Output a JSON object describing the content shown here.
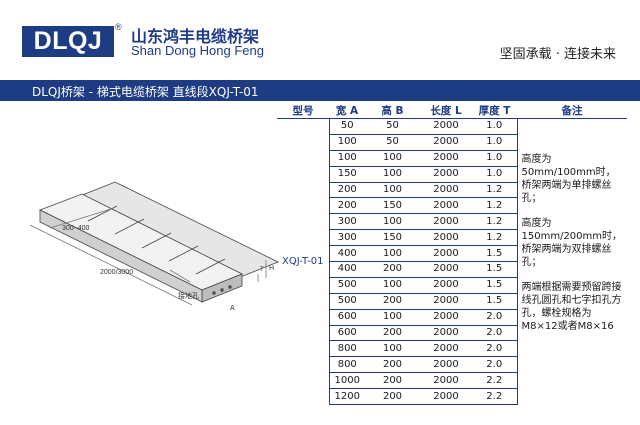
{
  "header": {
    "logo_text": "DLQJ",
    "logo_reg": "®",
    "company_cn": "山东鸿丰电缆桥架",
    "company_en": "Shan Dong Hong Feng",
    "slogan": "坚固承载 · 连接未来"
  },
  "title_bar": {
    "text": "DLQJ桥架 - 梯式电缆桥架 直线段XQJ-T-01"
  },
  "drawing": {
    "dim_width": "300~400",
    "dim_length": "2000/3000",
    "label_hole": "接地孔",
    "label_h": "H",
    "label_t": "T",
    "label_a": "A"
  },
  "table": {
    "headers": [
      "型号",
      "宽 A",
      "高 B",
      "长度 L",
      "厚度 T",
      "备注"
    ],
    "model": "XQJ-T-01",
    "rows": [
      [
        "50",
        "50",
        "2000",
        "1.0"
      ],
      [
        "100",
        "50",
        "2000",
        "1.0"
      ],
      [
        "100",
        "100",
        "2000",
        "1.0"
      ],
      [
        "150",
        "100",
        "2000",
        "1.0"
      ],
      [
        "200",
        "100",
        "2000",
        "1.2"
      ],
      [
        "200",
        "150",
        "2000",
        "1.2"
      ],
      [
        "300",
        "100",
        "2000",
        "1.2"
      ],
      [
        "300",
        "150",
        "2000",
        "1.2"
      ],
      [
        "400",
        "100",
        "2000",
        "1.5"
      ],
      [
        "400",
        "200",
        "2000",
        "1.5"
      ],
      [
        "500",
        "100",
        "2000",
        "1.5"
      ],
      [
        "500",
        "200",
        "2000",
        "1.5"
      ],
      [
        "600",
        "100",
        "2000",
        "2.0"
      ],
      [
        "600",
        "200",
        "2000",
        "2.0"
      ],
      [
        "800",
        "100",
        "2000",
        "2.0"
      ],
      [
        "800",
        "200",
        "2000",
        "2.0"
      ],
      [
        "1000",
        "200",
        "2000",
        "2.2"
      ],
      [
        "1200",
        "200",
        "2000",
        "2.2"
      ]
    ],
    "notes": [
      "高度为50mm/100mm时，桥架两端为单排螺丝孔；",
      "高度为150mm/200mm时，桥架两端为双排螺丝孔；",
      "两端根据需要预留跨接线孔圆孔和七字扣孔方孔，螺栓规格为M8×12或者M8×16"
    ]
  }
}
